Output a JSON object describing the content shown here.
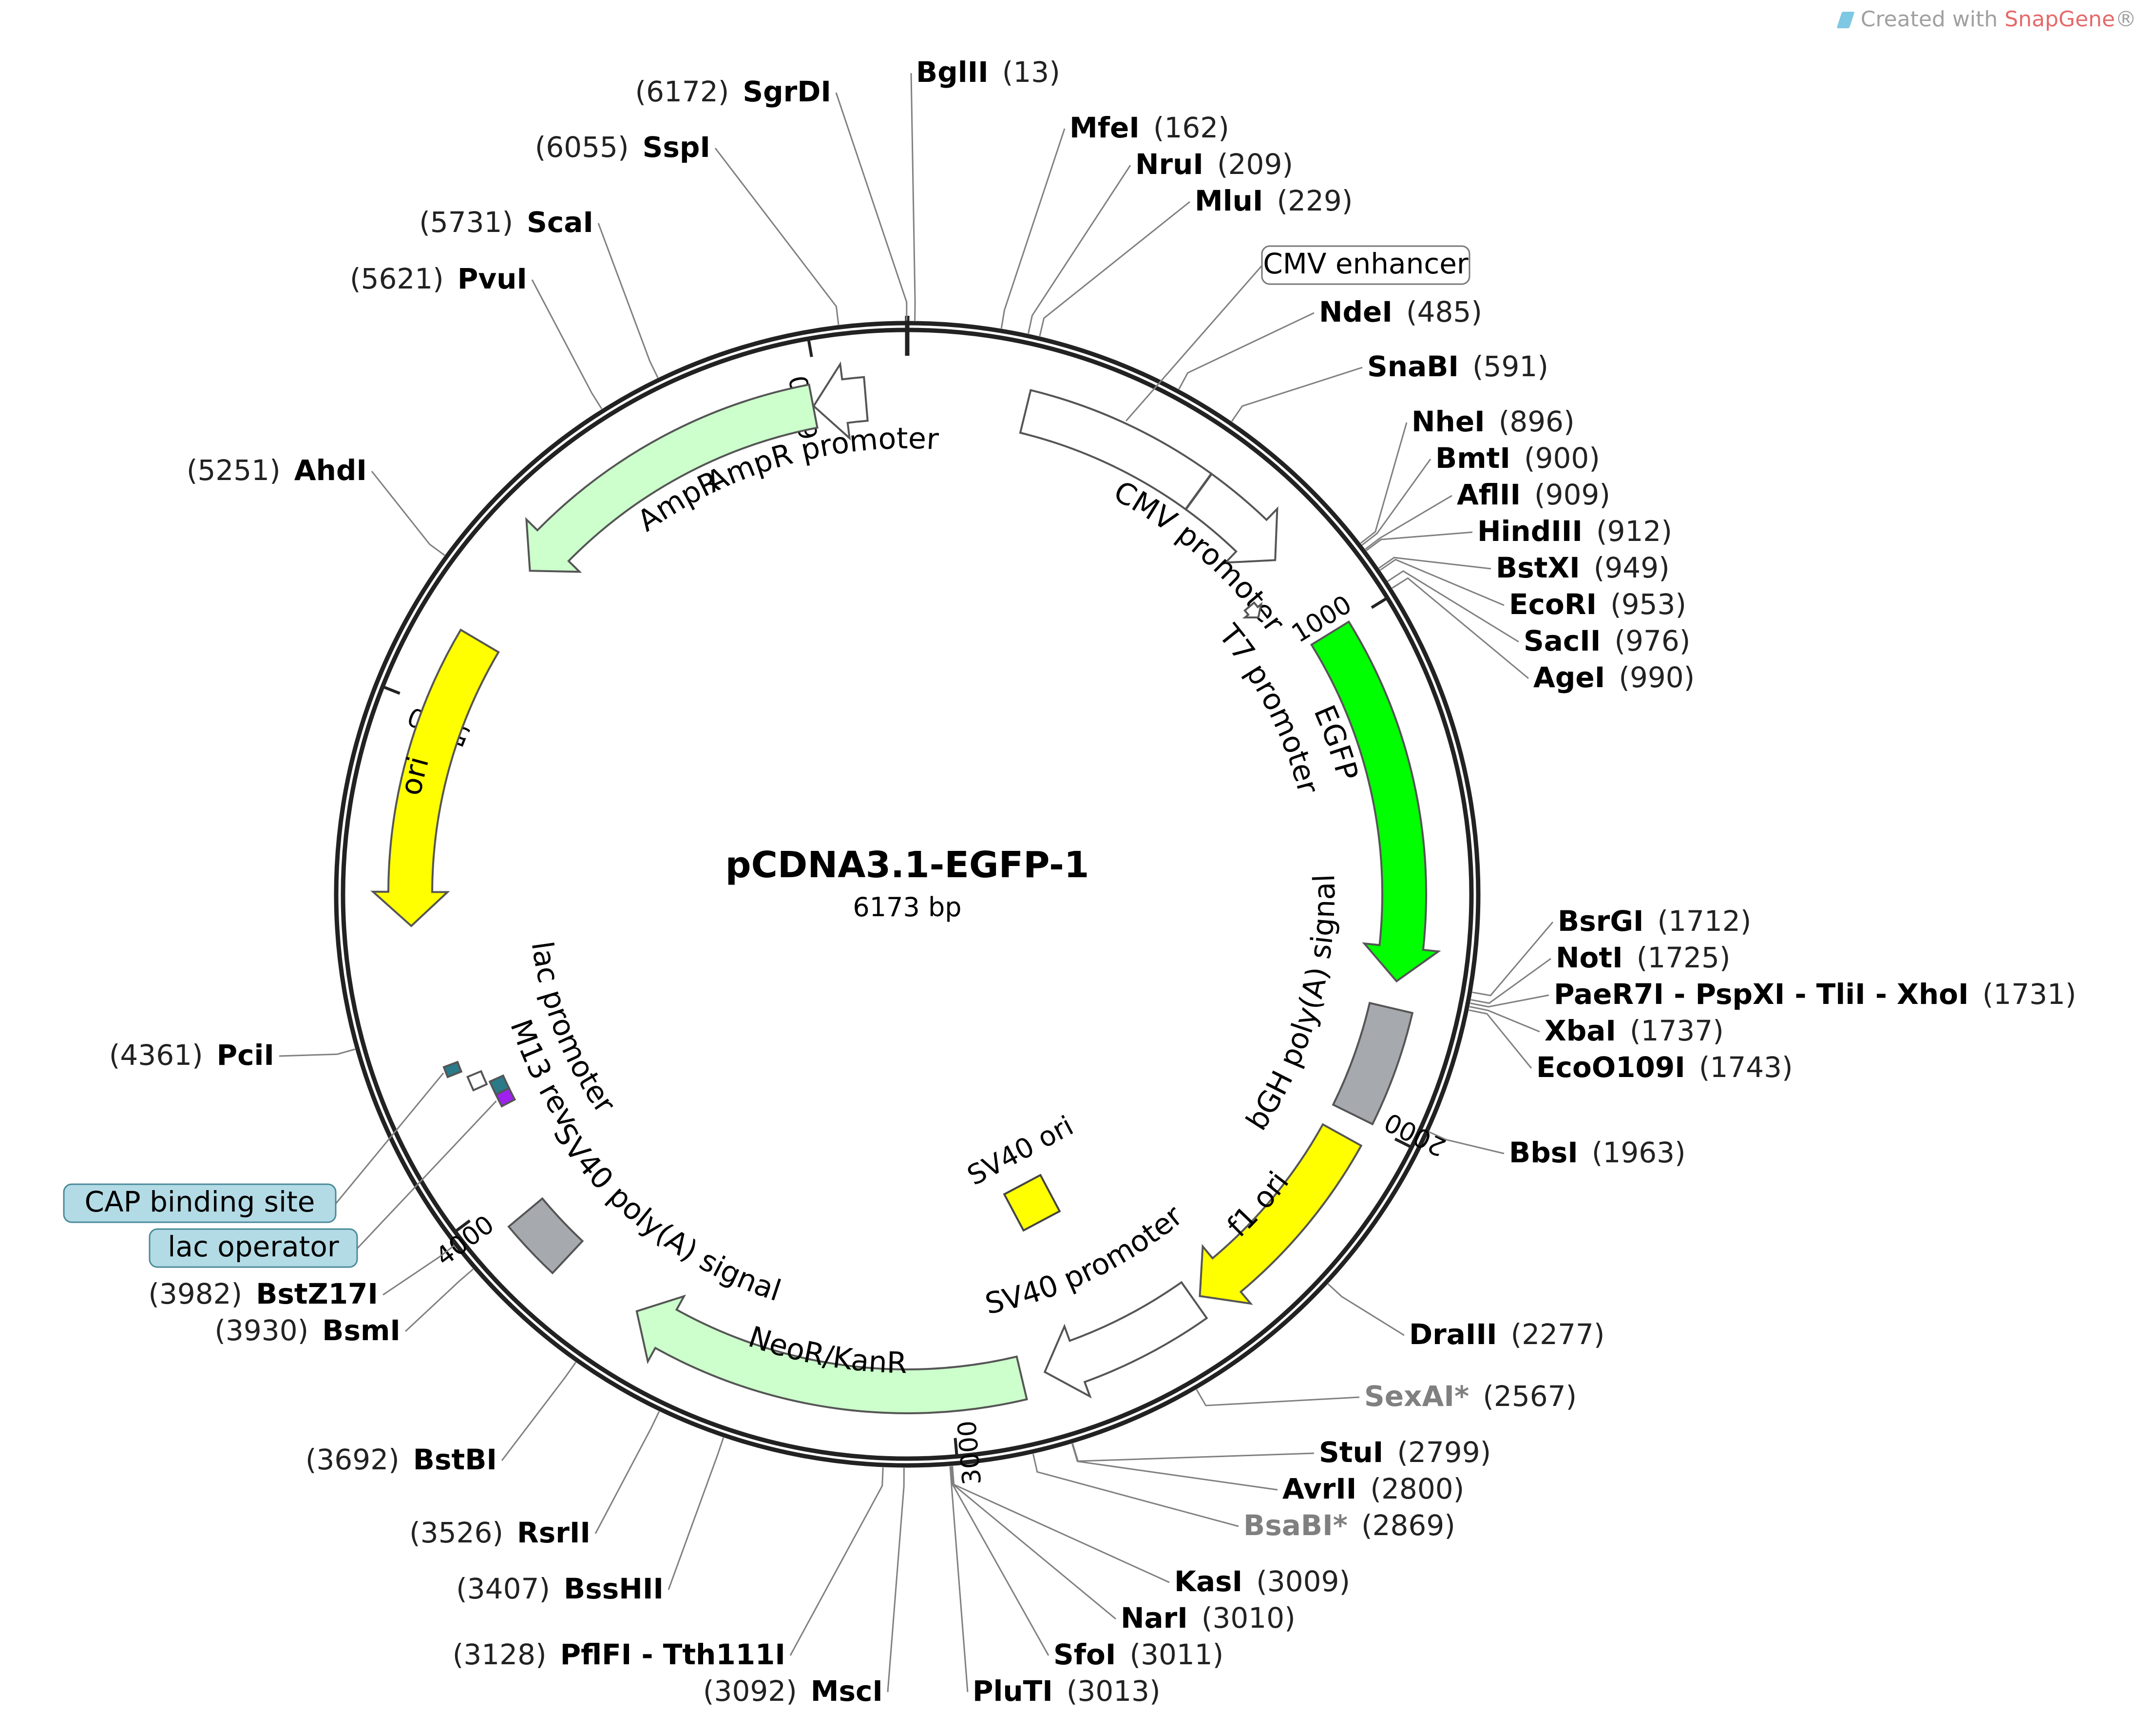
{
  "title": "pCDNA3.1-EGFP-1",
  "length_label": "6173 bp",
  "total_bp": 6173,
  "watermark": {
    "prefix": "Created with ",
    "brand": "SnapGene",
    "reg": "®"
  },
  "colors": {
    "backbone": "#222222",
    "leader": "#808080",
    "label": "#000000",
    "position": "#222222",
    "noncutter": "#808080",
    "tagfill": "#b3dbe6",
    "tagstroke": "#4a8a99"
  },
  "ticks": [
    {
      "bp": 1000,
      "label": "1000"
    },
    {
      "bp": 2000,
      "label": "2000"
    },
    {
      "bp": 3000,
      "label": "3000"
    },
    {
      "bp": 4000,
      "label": "4000"
    },
    {
      "bp": 5000,
      "label": "5000"
    },
    {
      "bp": 6000,
      "label": "6000"
    }
  ],
  "features": [
    {
      "name": "CMV enhancer",
      "start": 236,
      "end": 615,
      "strand": 1,
      "color": "#ffffff",
      "shape": "box",
      "label_mode": "tag"
    },
    {
      "name": "CMV promoter",
      "start": 616,
      "end": 819,
      "strand": 1,
      "color": "#ffffff",
      "shape": "arrow",
      "label_mode": "arc"
    },
    {
      "name": "T7 promoter",
      "start": 863,
      "end": 881,
      "strand": 1,
      "color": "#ffffff",
      "shape": "arrow",
      "label_mode": "arc"
    },
    {
      "name": "EGFP",
      "start": 1000,
      "end": 1716,
      "strand": 1,
      "color": "#00ff00",
      "shape": "arrow",
      "label_mode": "arc"
    },
    {
      "name": "bGH poly(A) signal",
      "start": 1770,
      "end": 1994,
      "strand": 0,
      "color": "#a6a9ad",
      "shape": "box",
      "label_mode": "arc"
    },
    {
      "name": "f1 ori",
      "start": 2040,
      "end": 2468,
      "strand": 1,
      "color": "#ffff00",
      "shape": "arrow",
      "label_mode": "arc"
    },
    {
      "name": "SV40 promoter",
      "start": 2482,
      "end": 2811,
      "strand": 1,
      "color": "#ffffff",
      "shape": "arrow",
      "label_mode": "arc"
    },
    {
      "name": "NeoR/KanR",
      "start": 2858,
      "end": 3652,
      "strand": 1,
      "color": "#ccffcc",
      "shape": "arrow",
      "label_mode": "arc"
    },
    {
      "name": "SV40 ori",
      "start": 2662,
      "end": 2797,
      "strand": 0,
      "color": "#ffff00",
      "shape": "free",
      "label_mode": "free"
    },
    {
      "name": "SV40 poly(A) signal",
      "start": 3826,
      "end": 3947,
      "strand": 0,
      "color": "#a6a9ad",
      "shape": "box",
      "label_mode": "arc"
    },
    {
      "name": "lac operator",
      "start": 4164,
      "end": 4180,
      "strand": 0,
      "color": "#a020f0",
      "shape": "box",
      "label_mode": "tag"
    },
    {
      "name": "M13 rev",
      "start": 4192,
      "end": 4208,
      "strand": -1,
      "color": "#2a7a8a",
      "shape": "box",
      "label_mode": "arc"
    },
    {
      "name": "lac promoter",
      "start": 4213,
      "end": 4243,
      "strand": -1,
      "color": "#ffffff",
      "shape": "box",
      "label_mode": "arc"
    },
    {
      "name": "CAP binding site",
      "start": 4258,
      "end": 4279,
      "strand": 0,
      "color": "#2a7a8a",
      "shape": "box",
      "label_mode": "tag"
    },
    {
      "name": "ori",
      "start": 4567,
      "end": 5155,
      "strand": -1,
      "color": "#ffff00",
      "shape": "arrow",
      "label_mode": "arc"
    },
    {
      "name": "AmpR",
      "start": 5326,
      "end": 5986,
      "strand": -1,
      "color": "#ccffcc",
      "shape": "arrow",
      "label_mode": "arc"
    },
    {
      "name": "AmpR promoter",
      "start": 5987,
      "end": 6091,
      "strand": -1,
      "color": "#ffffff",
      "shape": "arrow",
      "label_mode": "arc"
    }
  ],
  "sites": [
    {
      "name": "BglII",
      "pos": "(13)",
      "bp": 13,
      "noncutter": false
    },
    {
      "name": "MfeI",
      "pos": "(162)",
      "bp": 162,
      "noncutter": false
    },
    {
      "name": "NruI",
      "pos": "(209)",
      "bp": 209,
      "noncutter": false
    },
    {
      "name": "MluI",
      "pos": "(229)",
      "bp": 229,
      "noncutter": false
    },
    {
      "name": "NdeI",
      "pos": "(485)",
      "bp": 485,
      "noncutter": false
    },
    {
      "name": "SnaBI",
      "pos": "(591)",
      "bp": 591,
      "noncutter": false
    },
    {
      "name": "NheI",
      "pos": "(896)",
      "bp": 896,
      "noncutter": false
    },
    {
      "name": "BmtI",
      "pos": "(900)",
      "bp": 900,
      "noncutter": false
    },
    {
      "name": "AflII",
      "pos": "(909)",
      "bp": 909,
      "noncutter": false
    },
    {
      "name": "HindIII",
      "pos": "(912)",
      "bp": 912,
      "noncutter": false
    },
    {
      "name": "BstXI",
      "pos": "(949)",
      "bp": 949,
      "noncutter": false
    },
    {
      "name": "EcoRI",
      "pos": "(953)",
      "bp": 953,
      "noncutter": false
    },
    {
      "name": "SacII",
      "pos": "(976)",
      "bp": 976,
      "noncutter": false
    },
    {
      "name": "AgeI",
      "pos": "(990)",
      "bp": 990,
      "noncutter": false
    },
    {
      "name": "BsrGI",
      "pos": "(1712)",
      "bp": 1712,
      "noncutter": false
    },
    {
      "name": "NotI",
      "pos": "(1725)",
      "bp": 1725,
      "noncutter": false
    },
    {
      "name": "PaeR7I - PspXI - TliI - XhoI",
      "pos": "(1731)",
      "bp": 1731,
      "noncutter": false
    },
    {
      "name": "XbaI",
      "pos": "(1737)",
      "bp": 1737,
      "noncutter": false
    },
    {
      "name": "EcoO109I",
      "pos": "(1743)",
      "bp": 1743,
      "noncutter": false
    },
    {
      "name": "BbsI",
      "pos": "(1963)",
      "bp": 1963,
      "noncutter": false
    },
    {
      "name": "DraIII",
      "pos": "(2277)",
      "bp": 2277,
      "noncutter": false
    },
    {
      "name": "SexAI*",
      "pos": "(2567)",
      "bp": 2567,
      "noncutter": true
    },
    {
      "name": "StuI",
      "pos": "(2799)",
      "bp": 2799,
      "noncutter": false
    },
    {
      "name": "AvrII",
      "pos": "(2800)",
      "bp": 2800,
      "noncutter": false
    },
    {
      "name": "BsaBI*",
      "pos": "(2869)",
      "bp": 2869,
      "noncutter": true
    },
    {
      "name": "KasI",
      "pos": "(3009)",
      "bp": 3009,
      "noncutter": false
    },
    {
      "name": "NarI",
      "pos": "(3010)",
      "bp": 3010,
      "noncutter": false
    },
    {
      "name": "SfoI",
      "pos": "(3011)",
      "bp": 3011,
      "noncutter": false
    },
    {
      "name": "PluTI",
      "pos": "(3013)",
      "bp": 3013,
      "noncutter": false
    },
    {
      "name": "MscI",
      "pos": "(3092)",
      "bp": 3092,
      "noncutter": false
    },
    {
      "name": "PflFI - Tth111I",
      "pos": "(3128)",
      "bp": 3128,
      "noncutter": false
    },
    {
      "name": "BssHII",
      "pos": "(3407)",
      "bp": 3407,
      "noncutter": false
    },
    {
      "name": "RsrII",
      "pos": "(3526)",
      "bp": 3526,
      "noncutter": false
    },
    {
      "name": "BstBI",
      "pos": "(3692)",
      "bp": 3692,
      "noncutter": false
    },
    {
      "name": "BsmI",
      "pos": "(3930)",
      "bp": 3930,
      "noncutter": false
    },
    {
      "name": "BstZ17I",
      "pos": "(3982)",
      "bp": 3982,
      "noncutter": false
    },
    {
      "name": "PciI",
      "pos": "(4361)",
      "bp": 4361,
      "noncutter": false
    },
    {
      "name": "AhdI",
      "pos": "(5251)",
      "bp": 5251,
      "noncutter": false
    },
    {
      "name": "PvuI",
      "pos": "(5621)",
      "bp": 5621,
      "noncutter": false
    },
    {
      "name": "ScaI",
      "pos": "(5731)",
      "bp": 5731,
      "noncutter": false
    },
    {
      "name": "SspI",
      "pos": "(6055)",
      "bp": 6055,
      "noncutter": false
    },
    {
      "name": "SgrDI",
      "pos": "(6172)",
      "bp": 6172,
      "noncutter": false
    }
  ]
}
